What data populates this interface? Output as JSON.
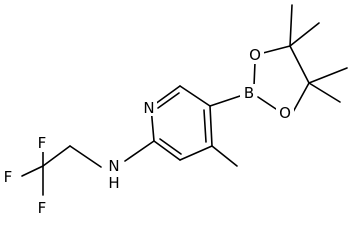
{
  "diagram": {
    "type": "chemical-structure",
    "background_color": "#ffffff",
    "line_color": "#000000",
    "atoms": [
      {
        "id": "n_ring",
        "label": "N"
      },
      {
        "id": "n_amine",
        "label": "N",
        "sublabel": "H"
      },
      {
        "id": "b",
        "label": "B"
      },
      {
        "id": "o_top",
        "label": "O"
      },
      {
        "id": "o_bottom",
        "label": "O"
      },
      {
        "id": "f1",
        "label": "F"
      },
      {
        "id": "f2",
        "label": "F"
      },
      {
        "id": "f3",
        "label": "F"
      }
    ]
  }
}
